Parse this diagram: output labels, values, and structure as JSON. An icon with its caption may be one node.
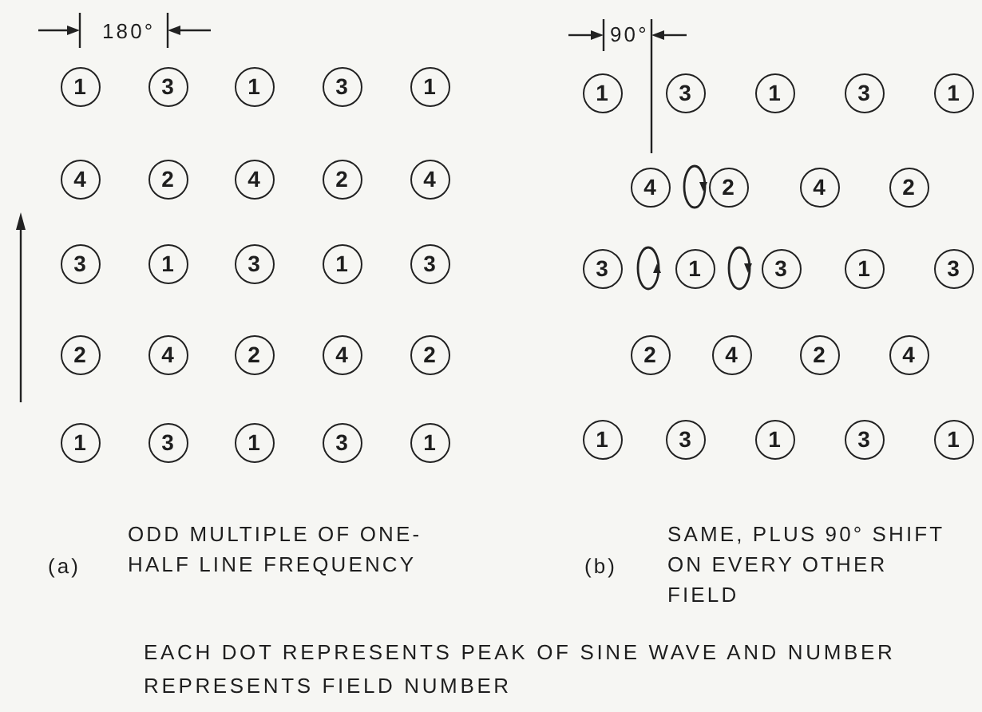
{
  "diagram": {
    "caption": "EACH DOT REPRESENTS PEAK OF SINE WAVE AND NUMBER REPRESENTS FIELD NUMBER",
    "nodes": [
      {
        "text": [
          "1"
        ]
      },
      {
        "text": [
          "3"
        ]
      },
      {
        "text": [
          "1"
        ]
      },
      {
        "text": [
          "3"
        ]
      },
      {
        "text": [
          "1"
        ]
      },
      {
        "text": [
          "4"
        ]
      },
      {
        "text": [
          "2"
        ]
      },
      {
        "text": [
          "4"
        ]
      },
      {
        "text": [
          "2"
        ]
      },
      {
        "text": [
          "4"
        ]
      },
      {
        "text": [
          "3"
        ]
      },
      {
        "text": [
          "1"
        ]
      },
      {
        "text": [
          "3"
        ]
      },
      {
        "text": [
          "1"
        ]
      },
      {
        "text": [
          "3"
        ]
      },
      {
        "text": [
          "2"
        ]
      },
      {
        "text": [
          "4"
        ]
      },
      {
        "text": [
          "2"
        ]
      },
      {
        "text": [
          "4"
        ]
      },
      {
        "text": [
          "2"
        ]
      },
      {
        "text": [
          "1"
        ]
      },
      {
        "text": [
          "3"
        ]
      },
      {
        "text": [
          "1"
        ]
      },
      {
        "text": [
          "3"
        ]
      },
      {
        "text": [
          "1"
        ]
      },
      {
        "text": [
          "1"
        ]
      },
      {
        "text": [
          "3"
        ]
      },
      {
        "text": [
          "1"
        ]
      },
      {
        "text": [
          "3"
        ]
      },
      {
        "text": [
          "1"
        ]
      },
      {
        "text": [
          "4"
        ]
      },
      {
        "text": [
          "2"
        ]
      },
      {
        "text": [
          "4"
        ]
      },
      {
        "text": [
          "2"
        ]
      },
      {
        "text": [
          "3"
        ]
      },
      {
        "text": [
          "1"
        ]
      },
      {
        "text": [
          "3"
        ]
      },
      {
        "text": [
          "1"
        ]
      },
      {
        "text": [
          "3"
        ]
      },
      {
        "text": [
          "2"
        ]
      },
      {
        "text": [
          "4"
        ]
      },
      {
        "text": [
          "2"
        ]
      },
      {
        "text": [
          "4"
        ]
      },
      {
        "text": [
          "1"
        ]
      },
      {
        "text": [
          "3"
        ]
      },
      {
        "text": [
          "1"
        ]
      },
      {
        "text": [
          "3"
        ]
      },
      {
        "text": [
          "1"
        ]
      }
    ],
    "labels": [
      "180°",
      "90°",
      "(a)",
      "ODD MULTIPLE OF ONE-HALF LINE FREQUENCY",
      "(b)",
      "SAME, PLUS 90° SHIFT ON EVERY OTHER FIELD"
    ]
  }
}
